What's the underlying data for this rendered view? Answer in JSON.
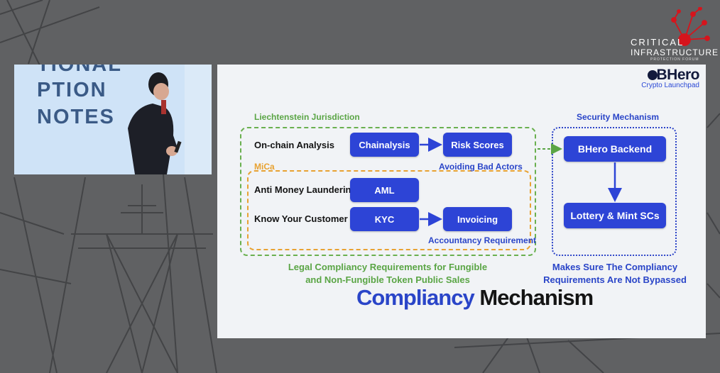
{
  "camera": {
    "bg_lines": [
      "TIONAL",
      "PTION",
      "NOTES"
    ]
  },
  "event_logo": {
    "line1": "CRITICAL",
    "line2": "INFRASTRUCTURE",
    "line3": "PROTECTION FORUM"
  },
  "slide": {
    "brand_name": "BHero",
    "brand_sub": "Crypto Launchpad",
    "liechtenstein_label": "Liechtenstein Jurisdiction",
    "mica_label": "MiCa",
    "security_label": "Security Mechanism",
    "rows": {
      "onchain": "On-chain Analysis",
      "aml": "Anti Money Laundering",
      "kyc": "Know Your Customer"
    },
    "boxes": {
      "chainalysis": "Chainalysis",
      "risk_scores": "Risk Scores",
      "aml": "AML",
      "kyc": "KYC",
      "invoicing": "Invoicing",
      "bhero_backend": "BHero Backend",
      "lottery": "Lottery & Mint SCs"
    },
    "notes": {
      "bad_actors": "Avoiding Bad Actors",
      "accountancy": "Accountancy Requirement"
    },
    "left_caption": [
      "Legal Compliancy Requirements for Fungible",
      "and Non-Fungible Token Public Sales"
    ],
    "right_caption": [
      "Makes Sure The Compliancy",
      "Requirements Are Not Bypassed"
    ],
    "title_part1": "Compliancy",
    "title_part2": "Mechanism"
  },
  "colors": {
    "accent_blue": "#2d44d6",
    "green": "#5aa545",
    "orange": "#e8a232",
    "logo_red": "#d6141c"
  }
}
